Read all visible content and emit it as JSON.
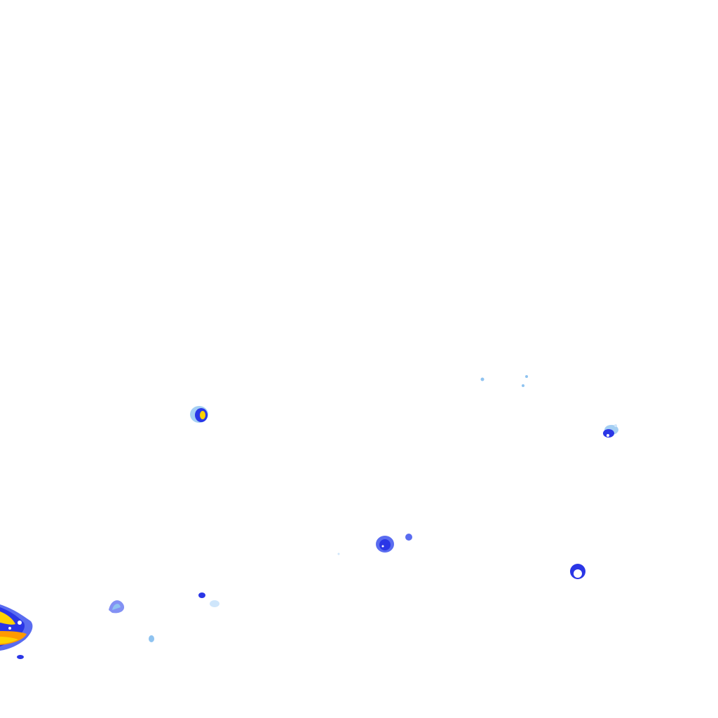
{
  "map": {
    "background_color": "#ffffff",
    "palette": {
      "very_light": "#cfe6fb",
      "light": "#8fc3f0",
      "medium": "#5a6cf0",
      "strong": "#2a36e6",
      "heavy": "#ffd200",
      "extreme": "#ff9a00"
    },
    "cells": [
      {
        "id": "cell-a",
        "intensity": "heavy",
        "size": "small"
      },
      {
        "id": "cell-b",
        "intensity": "strong",
        "size": "small"
      },
      {
        "id": "cell-c",
        "intensity": "strong",
        "size": "small"
      },
      {
        "id": "cell-d",
        "intensity": "strong",
        "size": "small"
      },
      {
        "id": "cell-e",
        "intensity": "light",
        "size": "small"
      },
      {
        "id": "cell-f",
        "intensity": "extreme",
        "size": "medium"
      }
    ]
  }
}
